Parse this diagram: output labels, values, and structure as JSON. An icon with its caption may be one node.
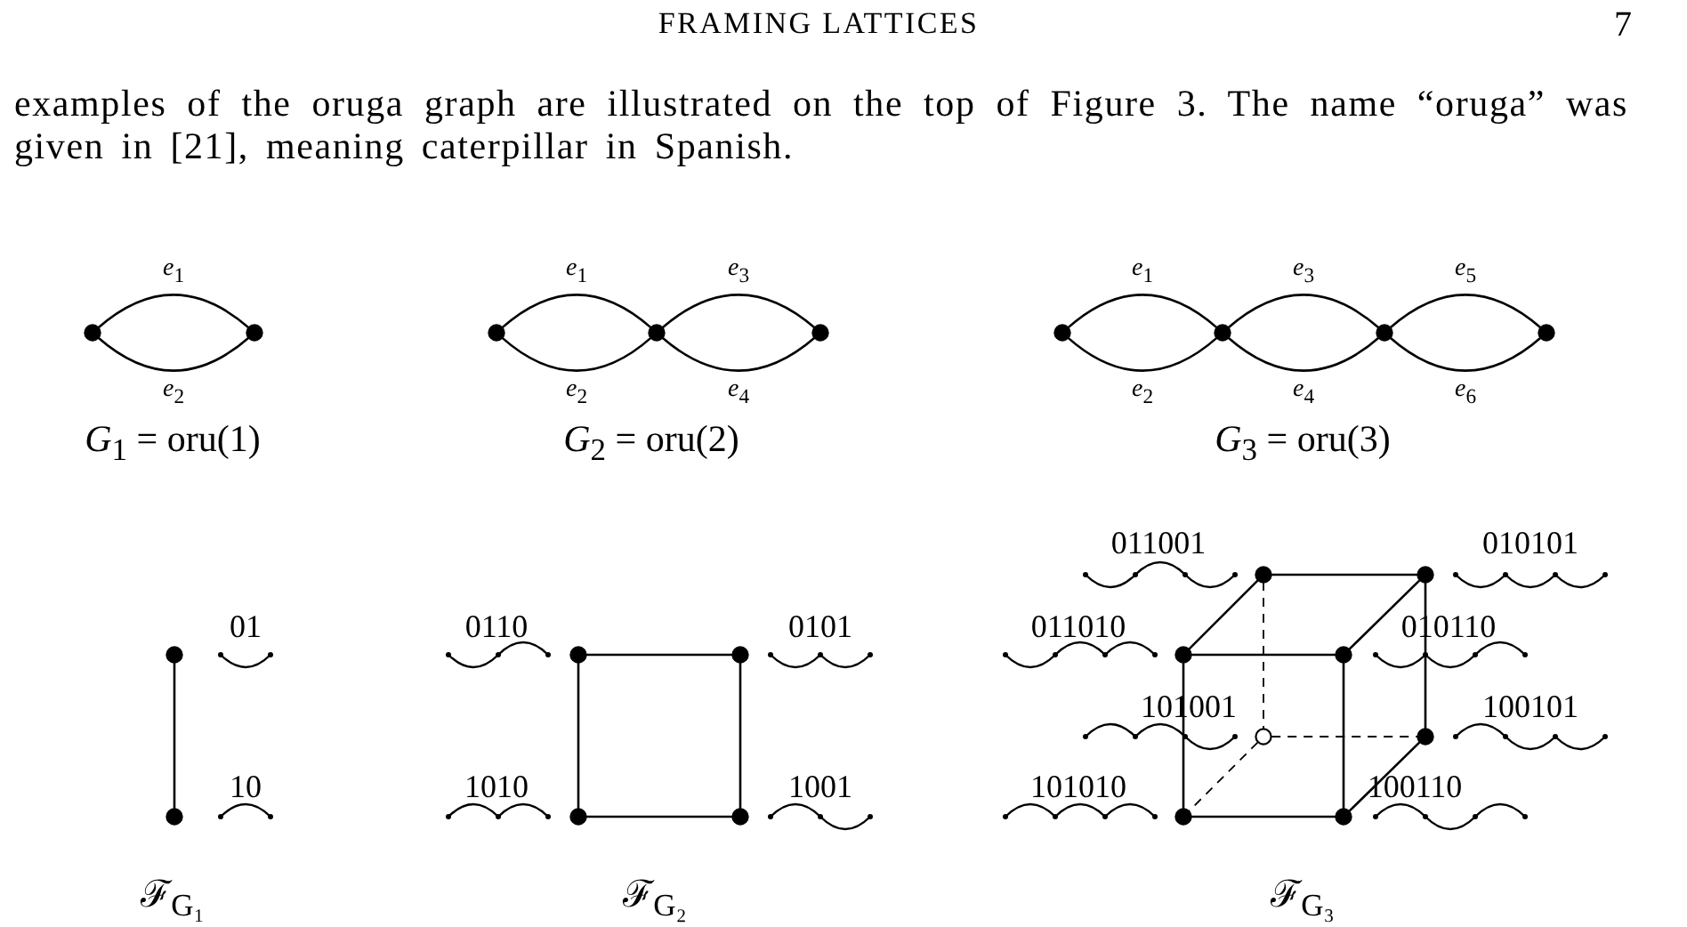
{
  "diagram": {
    "nodes": [
      {
        "text": [],
        "shape": "circle"
      },
      {
        "text": [],
        "shape": "circle"
      },
      {
        "text": [],
        "shape": "circle"
      },
      {
        "text": [],
        "shape": "circle"
      },
      {
        "text": [],
        "shape": "circle"
      },
      {
        "text": [],
        "shape": "circle"
      },
      {
        "text": [],
        "shape": "circle"
      },
      {
        "text": [],
        "shape": "circle"
      },
      {
        "text": [],
        "shape": "circle"
      },
      {
        "text": [],
        "shape": "circle",
        "beside": [
          "01"
        ]
      },
      {
        "text": [],
        "shape": "circle",
        "beside": [
          "10"
        ]
      },
      {
        "text": [],
        "shape": "circle",
        "beside": [
          "0110"
        ]
      },
      {
        "text": [],
        "shape": "circle",
        "beside": [
          "0101"
        ]
      },
      {
        "text": [],
        "shape": "circle",
        "beside": [
          "1010"
        ]
      },
      {
        "text": [],
        "shape": "circle",
        "beside": [
          "1001"
        ]
      },
      {
        "text": [],
        "shape": "circle",
        "beside": [
          "011001"
        ]
      },
      {
        "text": [],
        "shape": "circle",
        "beside": [
          "010101"
        ]
      },
      {
        "text": [],
        "shape": "circle",
        "beside": [
          "011010"
        ]
      },
      {
        "text": [],
        "shape": "circle",
        "beside": [
          "010110"
        ]
      },
      {
        "text": [],
        "shape": "circle",
        "beside": [
          "101001"
        ]
      },
      {
        "text": [],
        "shape": "circle",
        "beside": [
          "100101"
        ]
      },
      {
        "text": [],
        "shape": "circle",
        "beside": [
          "101010"
        ]
      },
      {
        "text": [],
        "shape": "circle",
        "beside": [
          "100110"
        ]
      }
    ],
    "edges": [
      {
        "from": 0,
        "to": 1,
        "arrow": "none",
        "label": "*e*$_{1}$"
      },
      {
        "from": 0,
        "to": 1,
        "arrow": "none",
        "label": "*e*$_{2}$"
      },
      {
        "from": 2,
        "to": 3,
        "arrow": "none",
        "label": "*e*$_{1}$"
      },
      {
        "from": 2,
        "to": 3,
        "arrow": "none",
        "label": "*e*$_{2}$"
      },
      {
        "from": 3,
        "to": 4,
        "arrow": "none",
        "label": "*e*$_{3}$"
      },
      {
        "from": 3,
        "to": 4,
        "arrow": "none",
        "label": "*e*$_{4}$"
      },
      {
        "from": 5,
        "to": 6,
        "arrow": "none",
        "label": "*e*$_{1}$"
      },
      {
        "from": 5,
        "to": 6,
        "arrow": "none",
        "label": "*e*$_{2}$"
      },
      {
        "from": 6,
        "to": 7,
        "arrow": "none",
        "label": "*e*$_{3}$"
      },
      {
        "from": 6,
        "to": 7,
        "arrow": "none",
        "label": "*e*$_{4}$"
      },
      {
        "from": 7,
        "to": 8,
        "arrow": "none",
        "label": "*e*$_{5}$"
      },
      {
        "from": 7,
        "to": 8,
        "arrow": "none",
        "label": "*e*$_{6}$"
      },
      {
        "from": 9,
        "to": 10,
        "arrow": "none"
      },
      {
        "from": 11,
        "to": 12,
        "arrow": "none"
      },
      {
        "from": 11,
        "to": 13,
        "arrow": "none"
      },
      {
        "from": 12,
        "to": 14,
        "arrow": "none"
      },
      {
        "from": 13,
        "to": 14,
        "arrow": "none"
      },
      {
        "from": 15,
        "to": 16,
        "arrow": "none"
      },
      {
        "from": 15,
        "to": 17,
        "arrow": "none"
      },
      {
        "from": 16,
        "to": 18,
        "arrow": "none"
      },
      {
        "from": 15,
        "to": 19,
        "arrow": "none",
        "style": "dashed"
      },
      {
        "from": 16,
        "to": 20,
        "arrow": "none"
      },
      {
        "from": 17,
        "to": 18,
        "arrow": "none"
      },
      {
        "from": 17,
        "to": 21,
        "arrow": "none"
      },
      {
        "from": 18,
        "to": 22,
        "arrow": "none"
      },
      {
        "from": 19,
        "to": 20,
        "arrow": "none",
        "style": "dashed"
      },
      {
        "from": 19,
        "to": 21,
        "arrow": "none",
        "style": "dashed"
      },
      {
        "from": 20,
        "to": 22,
        "arrow": "none"
      },
      {
        "from": 21,
        "to": 22,
        "arrow": "none"
      }
    ],
    "labels": [
      "FRAMING LATTICES",
      "7",
      "examples of the oruga graph are illustrated on the top of Figure 3. The name “oruga” was given in [21], meaning caterpillar in Spanish.",
      "*G*$_{1}$ = oru(1)",
      "*G*$_{2}$ = oru(2)",
      "*G*$_{3}$ = oru(3)",
      "ℱ$_{G₁}$",
      "ℱ$_{G₂}$",
      "ℱ$_{G₃}$"
    ]
  }
}
